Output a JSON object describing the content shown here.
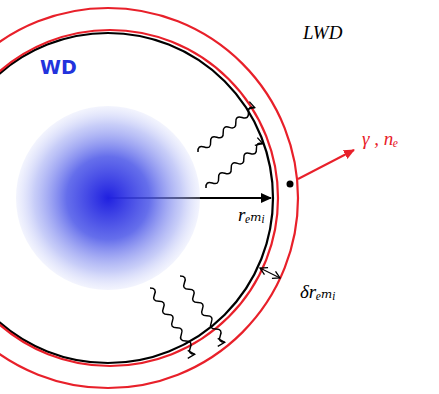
{
  "diagram": {
    "nodes": [
      {
        "text": [
          "WD"
        ]
      }
    ],
    "labels": [
      "LWD",
      "γ , nₑ",
      "rₑₘᵢ",
      "δrₑₘᵢ"
    ]
  }
}
